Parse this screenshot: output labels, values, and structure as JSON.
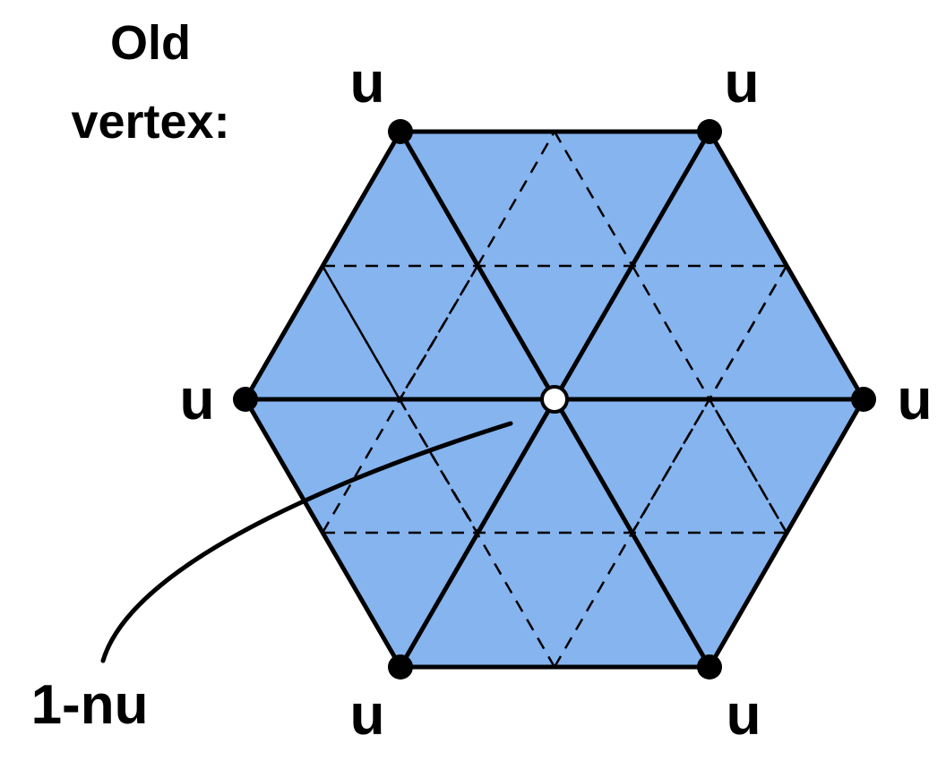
{
  "heading": {
    "line1": "Old",
    "line2": "vertex:"
  },
  "vertex_labels": {
    "top_left": "u",
    "top_right": "u",
    "left": "u",
    "right": "u",
    "bottom_left": "u",
    "bottom_right": "u"
  },
  "center_label": "1-nu",
  "colors": {
    "fill": "#85b4ef",
    "stroke": "#000000",
    "center_dot": "#ffffff"
  }
}
